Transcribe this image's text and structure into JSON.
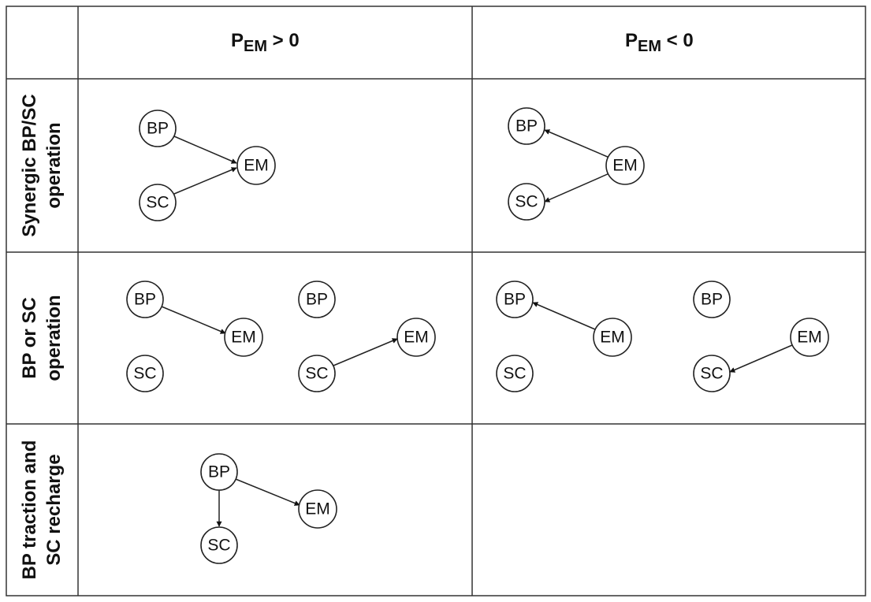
{
  "header": {
    "col1": {
      "prefix": "P",
      "sub": "EM",
      "suffix": " > 0"
    },
    "col2": {
      "prefix": "P",
      "sub": "EM",
      "suffix": " < 0"
    }
  },
  "rows": [
    {
      "line1": "Synergic BP/SC",
      "line2": "operation"
    },
    {
      "line1": "BP or SC",
      "line2": "operation"
    },
    {
      "line1": "BP traction and",
      "line2": "SC recharge"
    }
  ],
  "nodes": {
    "bp": "BP",
    "sc": "SC",
    "em": "EM"
  },
  "diagrams": [
    {
      "id": "r1c1",
      "flow": [
        [
          "BP",
          "EM"
        ],
        [
          "SC",
          "EM"
        ]
      ]
    },
    {
      "id": "r1c2",
      "flow": [
        [
          "EM",
          "BP"
        ],
        [
          "EM",
          "SC"
        ]
      ]
    },
    {
      "id": "r2c1a",
      "flow": [
        [
          "BP",
          "EM"
        ]
      ]
    },
    {
      "id": "r2c1b",
      "flow": [
        [
          "SC",
          "EM"
        ]
      ]
    },
    {
      "id": "r2c2a",
      "flow": [
        [
          "EM",
          "BP"
        ]
      ]
    },
    {
      "id": "r2c2b",
      "flow": [
        [
          "EM",
          "SC"
        ]
      ]
    },
    {
      "id": "r3c1",
      "flow": [
        [
          "BP",
          "EM"
        ],
        [
          "BP",
          "SC"
        ]
      ]
    }
  ],
  "colors": {
    "line": "#222222",
    "text": "#111111",
    "background": "#ffffff"
  }
}
